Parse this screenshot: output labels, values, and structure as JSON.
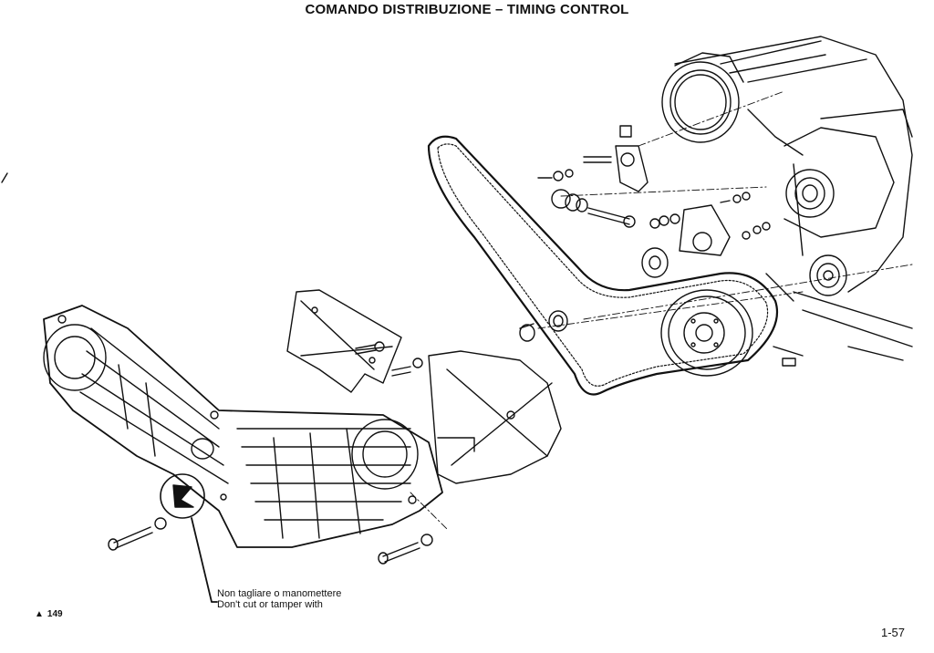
{
  "header": {
    "title": "COMANDO DISTRIBUZIONE – TIMING CONTROL"
  },
  "callout": {
    "line_it": "Non tagliare o manomettere",
    "line_en": "Don't cut or tamper with"
  },
  "figure": {
    "marker_icon": "triangle-up-icon",
    "marker_glyph": "▲",
    "number": "149"
  },
  "footer": {
    "page_number": "1-57"
  },
  "colors": {
    "ink": "#111111",
    "paper": "#ffffff"
  }
}
